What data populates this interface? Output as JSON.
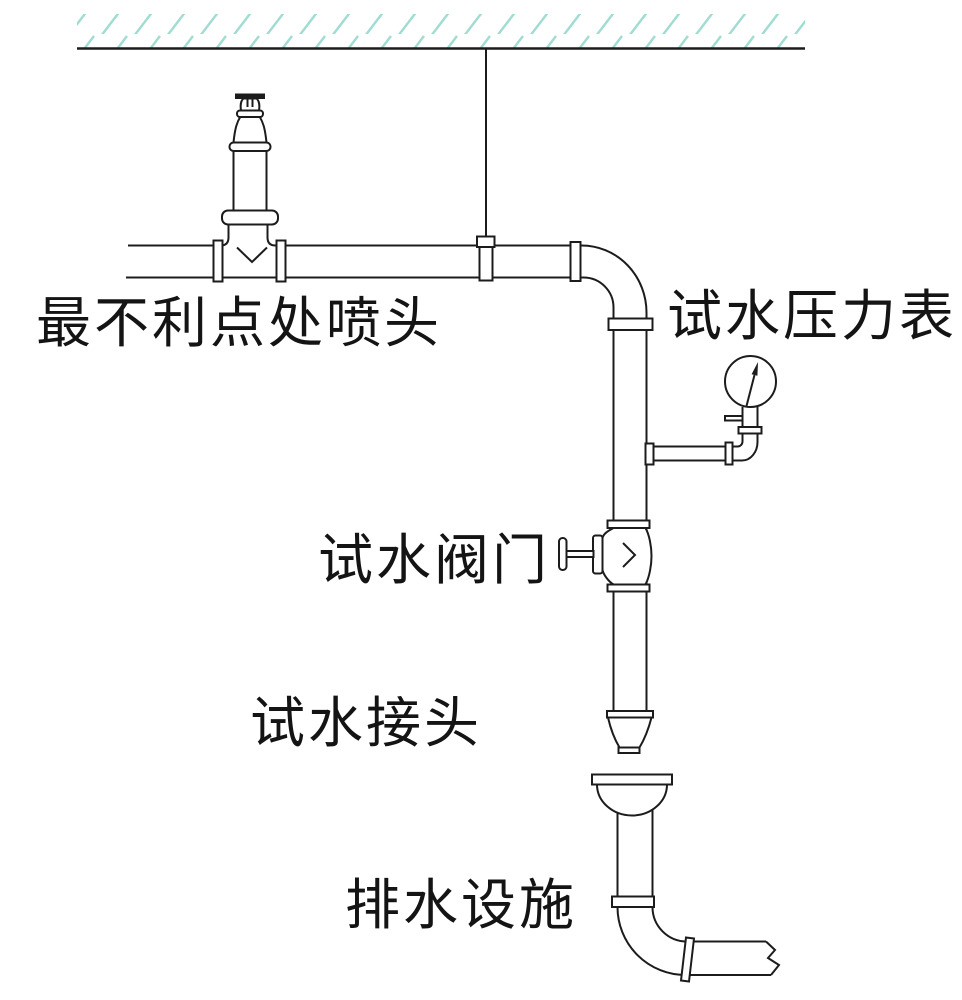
{
  "colors": {
    "line": "#1c1c1c",
    "hatch": "#a0dcd2",
    "background": "#ffffff",
    "text": "#141414"
  },
  "labels": {
    "sprinkler": "最不利点处喷头",
    "pressure_gauge": "试水压力表",
    "test_valve": "试水阀门",
    "test_connector": "试水接头",
    "drainage": "排水设施"
  }
}
